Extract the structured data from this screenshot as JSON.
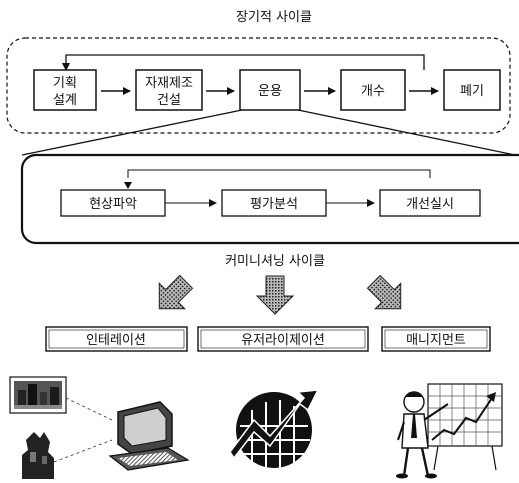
{
  "top_cycle": {
    "title": "장기적 사이클",
    "stages": [
      {
        "line1": "기획",
        "line2": "설계"
      },
      {
        "line1": "자재제조",
        "line2": "건설"
      },
      {
        "line1": "운용",
        "line2": ""
      },
      {
        "line1": "개수",
        "line2": ""
      },
      {
        "line1": "폐기",
        "line2": ""
      }
    ]
  },
  "commissioning_cycle": {
    "steps": [
      "현상파악",
      "평가분석",
      "개선실시"
    ],
    "title": "커미니셔닝 사이클"
  },
  "outcomes": [
    {
      "label": "인테레이션",
      "icon": "building-computer-icon"
    },
    {
      "label": "유저라이제이션",
      "icon": "rising-chart-globe-icon"
    },
    {
      "label": "매니지먼트",
      "icon": "presenter-chart-icon"
    }
  ],
  "colors": {
    "line": "#111111",
    "hatch": "#444444",
    "background": "#ffffff"
  }
}
